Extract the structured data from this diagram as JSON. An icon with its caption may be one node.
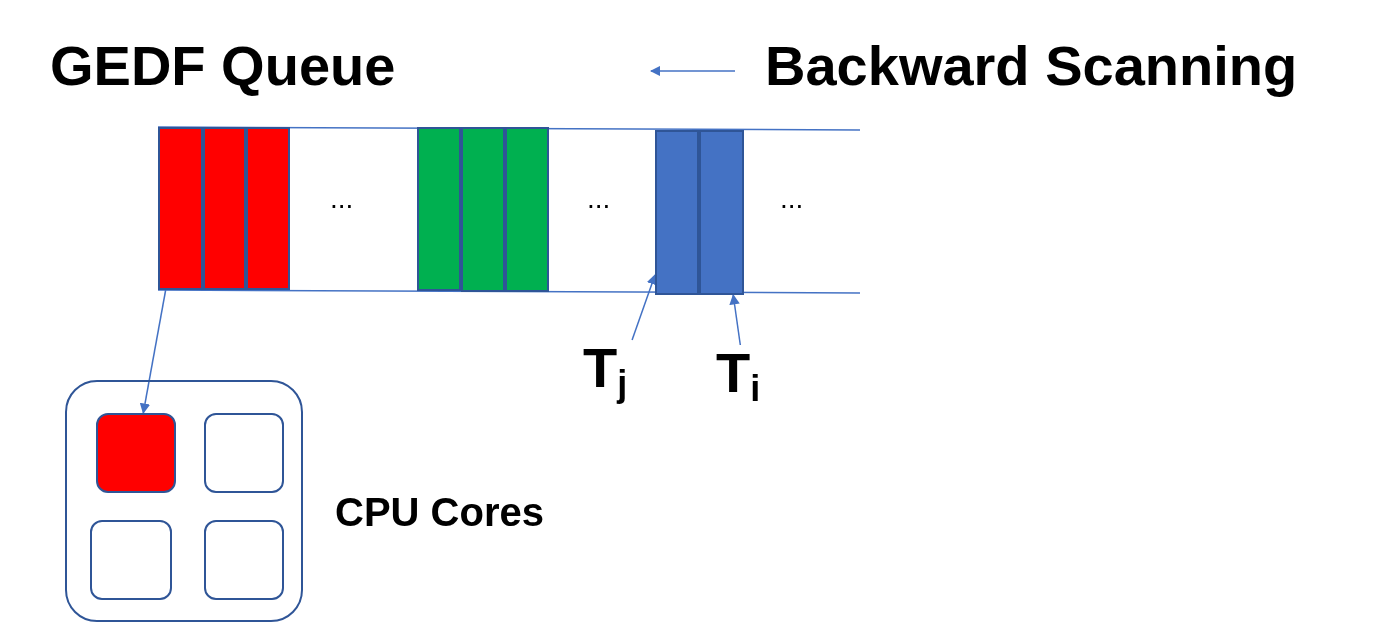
{
  "diagram": {
    "title": "GEDF Queue",
    "nodes": [
      {
        "text": [],
        "shape": "bar"
      },
      {
        "text": [],
        "shape": "bar"
      },
      {
        "text": [],
        "shape": "bar"
      },
      {
        "text": [],
        "shape": "bar"
      },
      {
        "text": [],
        "shape": "bar"
      },
      {
        "text": [],
        "shape": "bar"
      },
      {
        "text": [],
        "shape": "bar"
      },
      {
        "text": [],
        "shape": "bar"
      },
      {
        "text": [
          "CPU Cores"
        ]
      },
      {
        "text": [],
        "shape": "box",
        "in": 8
      },
      {
        "text": [],
        "shape": "box",
        "in": 8
      },
      {
        "text": [],
        "shape": "box",
        "in": 8
      },
      {
        "text": [],
        "shape": "box",
        "in": 8
      },
      {
        "text": [
          "T$_{j}$"
        ]
      },
      {
        "text": [
          "T$_{i}$"
        ]
      }
    ],
    "edges": [
      {
        "from": 0,
        "to": 9,
        "arrow": "to"
      },
      {
        "from": 13,
        "to": 6,
        "arrow": "to"
      },
      {
        "from": 14,
        "to": 7,
        "arrow": "to"
      }
    ],
    "labels": [
      "Backward Scanning",
      "...",
      "...",
      "..."
    ]
  }
}
